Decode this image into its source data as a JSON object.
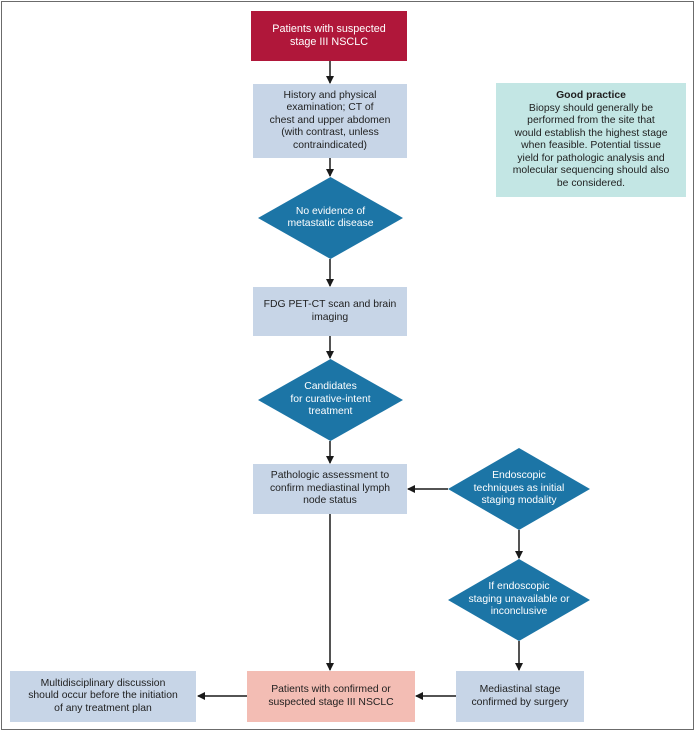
{
  "flowchart": {
    "start": "Patients with suspected\nstage III NSCLC",
    "history": "History and physical\nexamination; CT of\nchest and upper abdomen\n(with contrast, unless\ncontraindicated)",
    "no_metastatic": "No evidence of\nmetastatic disease",
    "pet_ct": "FDG PET-CT scan and brain\nimaging",
    "candidates": "Candidates\nfor curative-intent\ntreatment",
    "pathologic": "Pathologic assessment to\nconfirm mediastinal lymph\nnode status",
    "endoscopic": "Endoscopic\ntechniques as initial\nstaging modality",
    "if_endoscopic": "If endoscopic\nstaging unavailable or\ninconclusive",
    "surgery": "Mediastinal stage\nconfirmed by surgery",
    "confirmed": "Patients with confirmed or\nsuspected stage III NSCLC",
    "multidisciplinary": "Multidisciplinary discussion\nshould occur before the initiation\nof any treatment plan"
  },
  "good_practice": {
    "title": "Good practice",
    "body": "Biopsy should generally be\nperformed from the site that\nwould establish the highest stage\nwhen feasible. Potential tissue\nyield for pathologic analysis and\nmolecular sequencing should also\nbe considered."
  },
  "colors": {
    "start_box": "#b0173a",
    "step_box": "#c7d5e7",
    "decision": "#1c75a6",
    "outcome_box": "#f3bdb4",
    "note_box": "#c3e6e4"
  }
}
